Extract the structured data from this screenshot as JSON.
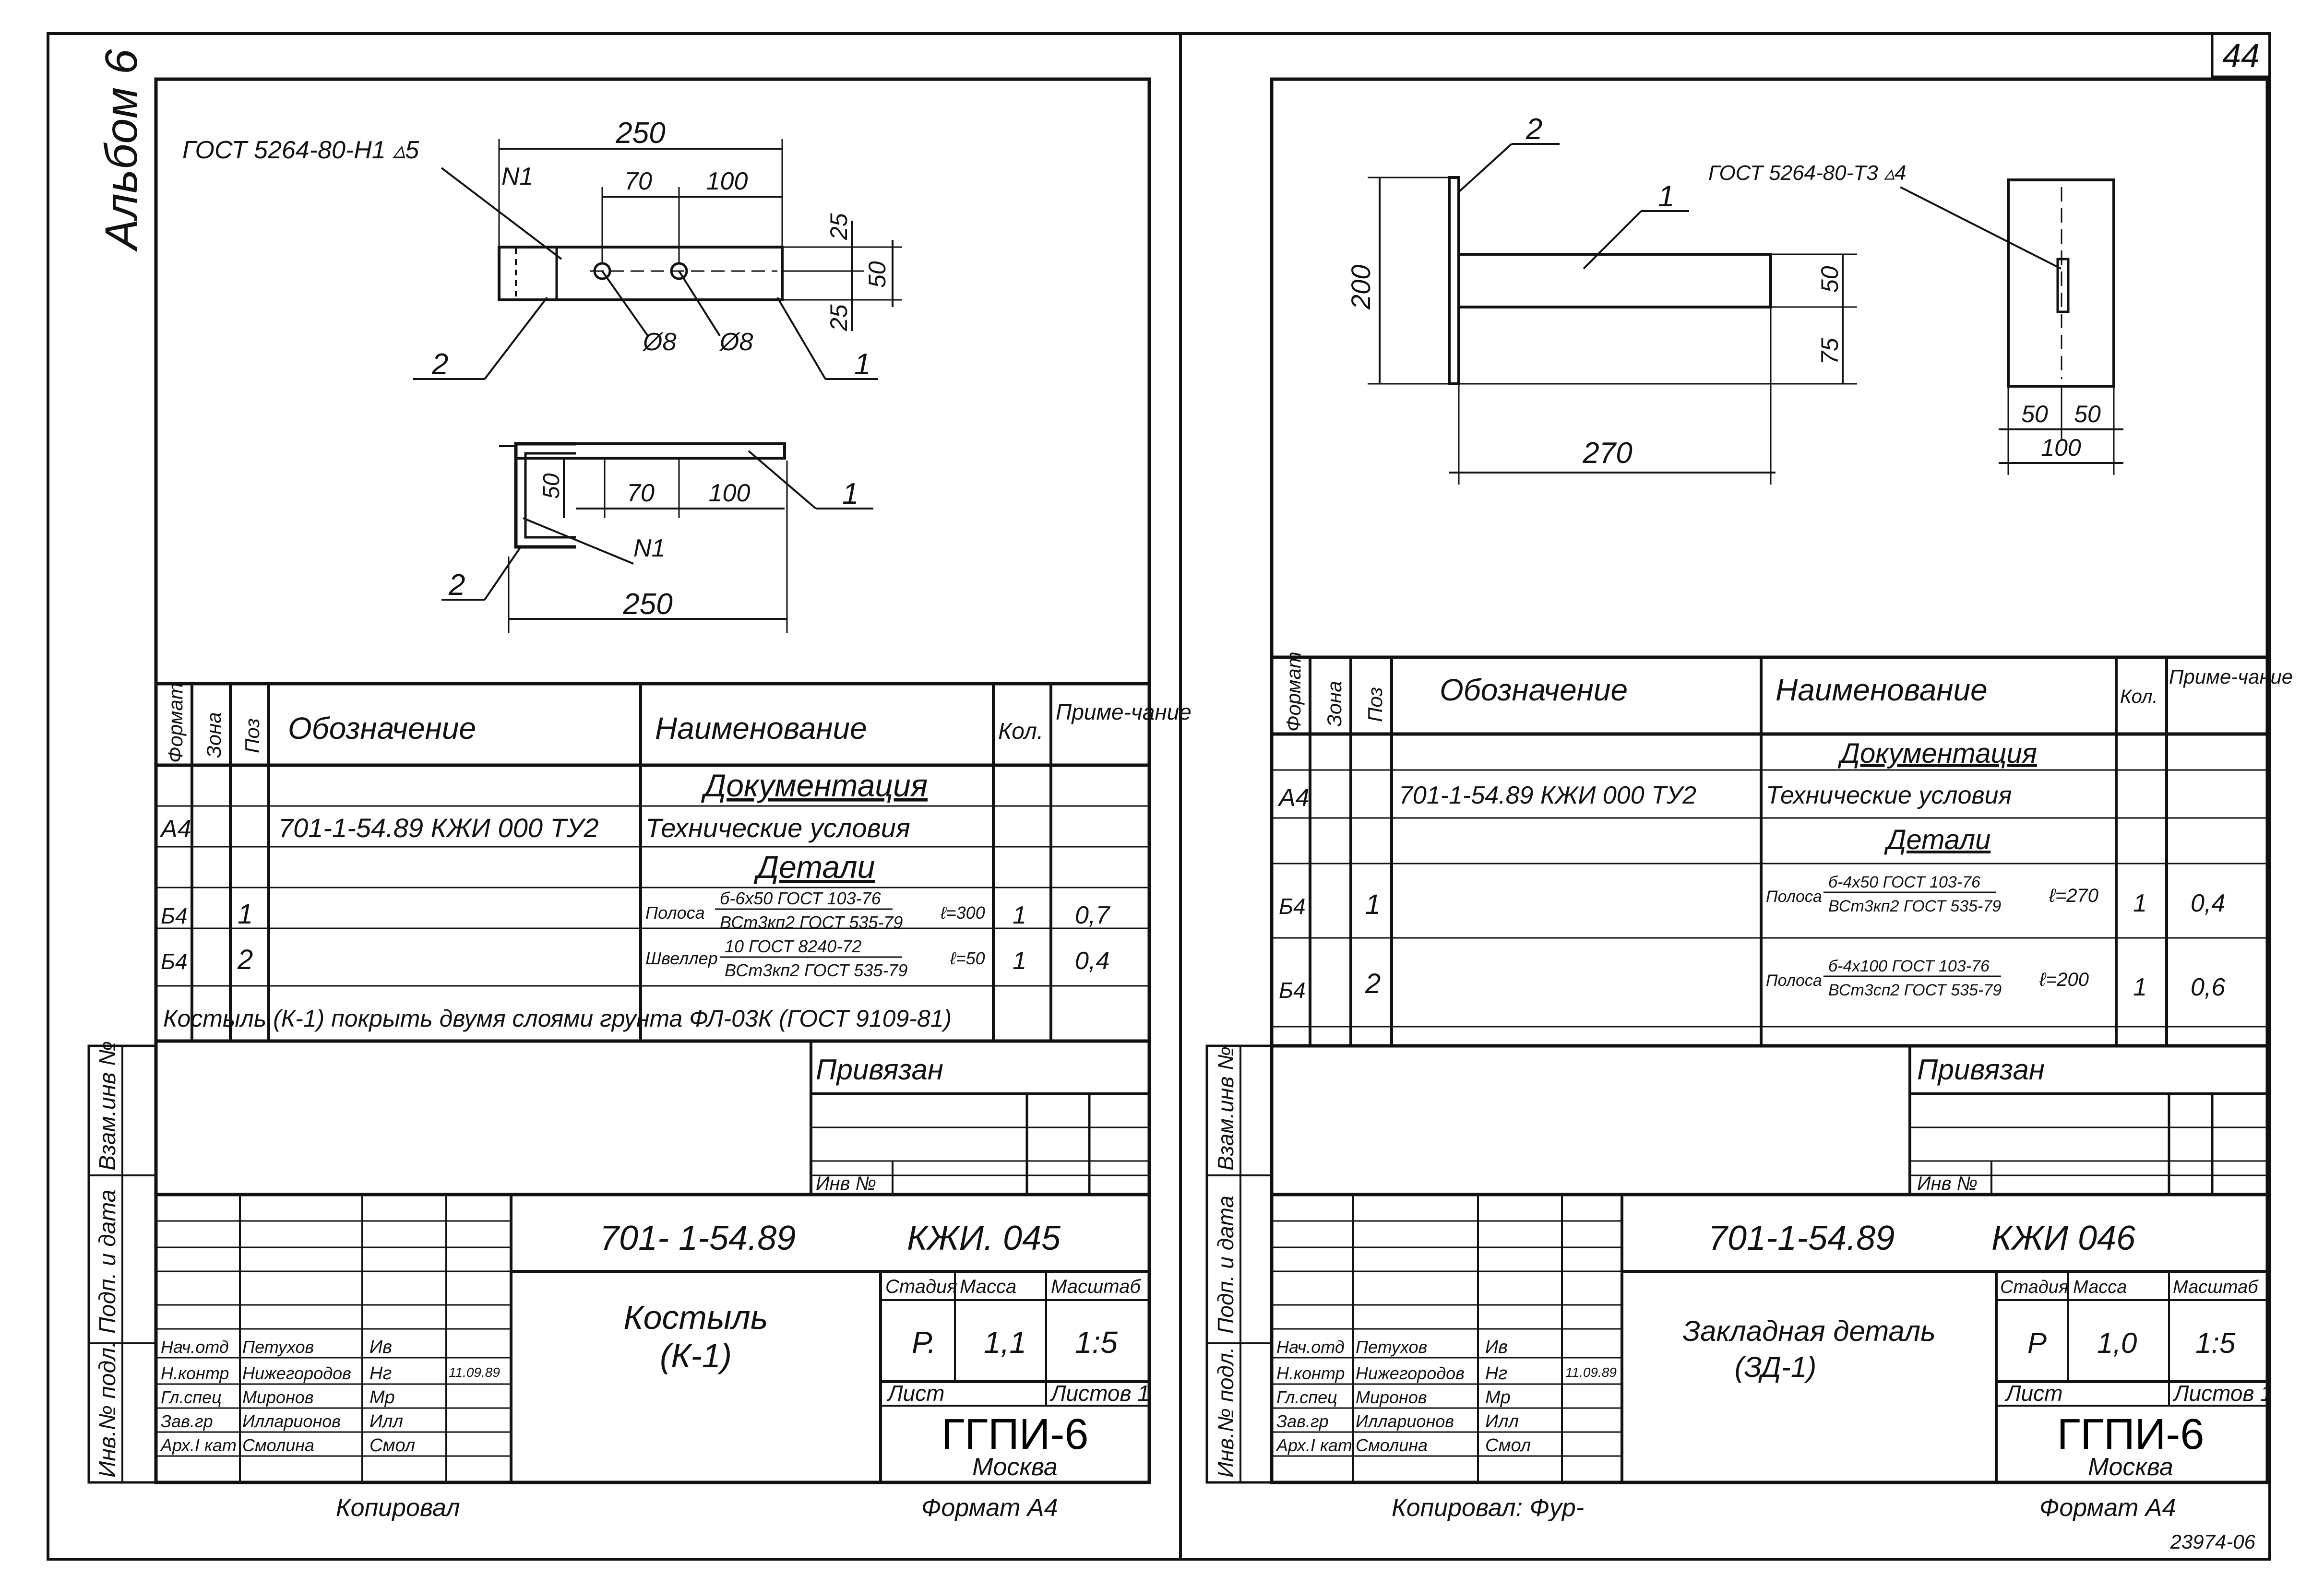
{
  "page": {
    "page_number": "44",
    "album_label": "Альбом 6",
    "archive_number": "23974-06"
  },
  "side_stamps": [
    "Взам.инв №",
    "Подп. и дата",
    "Инв.№ подл."
  ],
  "left_sheet": {
    "weld_note": "ГОСТ 5264-80-Н1 ▵5",
    "weld_mark": "N1",
    "dims": {
      "total": "250",
      "d70": "70",
      "d100": "100",
      "d25a": "25",
      "d50": "50",
      "d25b": "25",
      "hole1": "Ø8",
      "hole2": "Ø8",
      "bottom_total": "250",
      "bottom_d50": "50",
      "bottom_d70": "70",
      "bottom_d100": "100"
    },
    "callouts": {
      "c1": "1",
      "c2": "2",
      "c1b": "1",
      "c2b": "2",
      "n1b": "N1"
    },
    "spec": {
      "headers": {
        "format": "Формат",
        "zone": "Зона",
        "pos": "Поз",
        "designation": "Обозначение",
        "name": "Наименование",
        "qty": "Кол.",
        "note": "Приме-чание"
      },
      "section_docs": "Документация",
      "doc_row": {
        "format": "А4",
        "designation": "701-1-54.89 КЖИ 000 ТУ2",
        "name": "Технические условия"
      },
      "section_parts": "Детали",
      "rows": [
        {
          "format": "Б4",
          "pos": "1",
          "prefix": "Полоса",
          "num": "б-6х50 ГОСТ 103-76",
          "den": "ВСт3кп2 ГОСТ 535-79",
          "len": "ℓ=300",
          "qty": "1",
          "note": "0,7"
        },
        {
          "format": "Б4",
          "pos": "2",
          "prefix": "Швеллер",
          "num": "10 ГОСТ 8240-72",
          "den": "ВСт3кп2 ГОСТ 535-79",
          "len": "ℓ=50",
          "qty": "1",
          "note": "0,4"
        }
      ]
    },
    "general_note": "Костыль (К-1) покрыть двумя слоями грунта ФЛ-03К (ГОСТ 9109-81)",
    "privyazan": "Привязан",
    "inv_no": "Инв №",
    "title_block": {
      "project_code": "701- 1-54.89",
      "sheet_code": "КЖИ. 045",
      "title_line1": "Костыль",
      "title_line2": "(К-1)",
      "stage_h": "Стадия",
      "mass_h": "Масса",
      "scale_h": "Масштаб",
      "stage": "Р.",
      "mass": "1,1",
      "scale": "1:5",
      "sheet_h": "Лист",
      "sheets_h": "Листов 1",
      "org": "ГГПИ-6",
      "city": "Москва",
      "signers": [
        {
          "role": "Нач.отд",
          "name": "Петухов",
          "sign": "Ив"
        },
        {
          "role": "Н.контр",
          "name": "Нижегородов",
          "sign": "Нг"
        },
        {
          "role": "Гл.спец",
          "name": "Миронов",
          "sign": "Мр"
        },
        {
          "role": "Зав.гр",
          "name": "Илларионов",
          "sign": "Илл"
        },
        {
          "role": "Арх.I кат",
          "name": "Смолина",
          "sign": "Смол"
        }
      ],
      "date": "11.09.89"
    },
    "copied": "Копировал",
    "format": "Формат А4"
  },
  "right_sheet": {
    "weld_note": "ГОСТ 5264-80-Т3 ▵4",
    "dims": {
      "h200": "200",
      "d50": "50",
      "d75": "75",
      "d270": "270",
      "d50a": "50",
      "d50b": "50",
      "d100": "100"
    },
    "callouts": {
      "c1": "1",
      "c2": "2"
    },
    "spec": {
      "headers": {
        "format": "Формат",
        "zone": "Зона",
        "pos": "Поз",
        "designation": "Обозначение",
        "name": "Наименование",
        "qty": "Кол.",
        "note": "Приме-чание"
      },
      "section_docs": "Документация",
      "doc_row": {
        "format": "А4",
        "designation": "701-1-54.89 КЖИ 000 ТУ2",
        "name": "Технические условия"
      },
      "section_parts": "Детали",
      "rows": [
        {
          "format": "Б4",
          "pos": "1",
          "prefix": "Полоса",
          "num": "б-4х50 ГОСТ 103-76",
          "den": "ВСт3кп2 ГОСТ 535-79",
          "len": "ℓ=270",
          "qty": "1",
          "note": "0,4"
        },
        {
          "format": "Б4",
          "pos": "2",
          "prefix": "Полоса",
          "num": "б-4х100 ГОСТ 103-76",
          "den": "ВСт3сп2 ГОСТ 535-79",
          "len": "ℓ=200",
          "qty": "1",
          "note": "0,6"
        }
      ]
    },
    "privyazan": "Привязан",
    "inv_no": "Инв №",
    "title_block": {
      "project_code": "701-1-54.89",
      "sheet_code": "КЖИ 046",
      "title_line1": "Закладная деталь",
      "title_line2": "(ЗД-1)",
      "stage_h": "Стадия",
      "mass_h": "Масса",
      "scale_h": "Масштаб",
      "stage": "Р",
      "mass": "1,0",
      "scale": "1:5",
      "sheet_h": "Лист",
      "sheets_h": "Листов 1",
      "org": "ГГПИ-6",
      "city": "Москва",
      "signers": [
        {
          "role": "Нач.отд",
          "name": "Петухов",
          "sign": "Ив"
        },
        {
          "role": "Н.контр",
          "name": "Нижегородов",
          "sign": "Нг"
        },
        {
          "role": "Гл.спец",
          "name": "Миронов",
          "sign": "Мр"
        },
        {
          "role": "Зав.гр",
          "name": "Илларионов",
          "sign": "Илл"
        },
        {
          "role": "Арх.I кат",
          "name": "Смолина",
          "sign": "Смол"
        }
      ],
      "date": "11.09.89"
    },
    "copied": "Копировал: Фур-",
    "format": "Формат А4"
  },
  "colors": {
    "ink": "#111111",
    "paper": "#ffffff"
  }
}
